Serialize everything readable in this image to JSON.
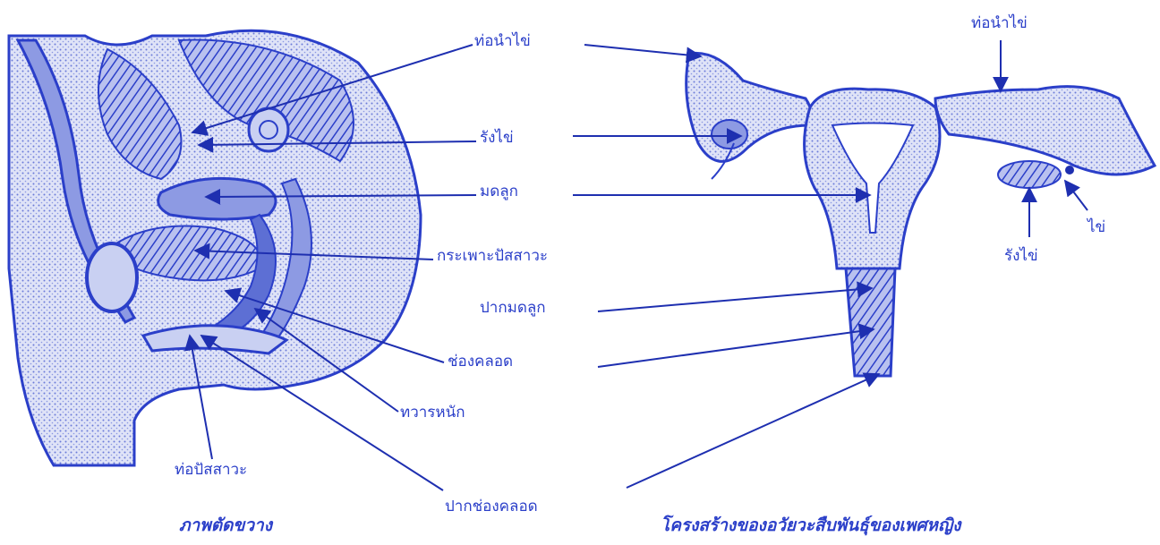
{
  "colors": {
    "ink": "#2b3fc9",
    "ink_dark": "#1e2fb0",
    "fill_light": "#c9d0f2",
    "fill_mid": "#8d9ae3",
    "background": "#ffffff"
  },
  "left_panel": {
    "labels": {
      "fallopian_tube": "ท่อนำไข่",
      "ovary": "รังไข่",
      "uterus": "มดลูก",
      "bladder": "กระเพาะปัสสาวะ",
      "cervix": "ปากมดลูก",
      "vagina": "ช่องคลอด",
      "anus": "ทวารหนัก",
      "urethra": "ท่อปัสสาวะ",
      "vaginal_opening": "ปากช่องคลอด"
    },
    "caption": "ภาพตัดขวาง"
  },
  "right_panel": {
    "labels": {
      "fallopian_tube": "ท่อนำไข่",
      "ovary": "รังไข่",
      "egg": "ไข่"
    },
    "caption": "โครงสร้างของอวัยวะสืบพันธุ์ของเพศหญิง"
  }
}
